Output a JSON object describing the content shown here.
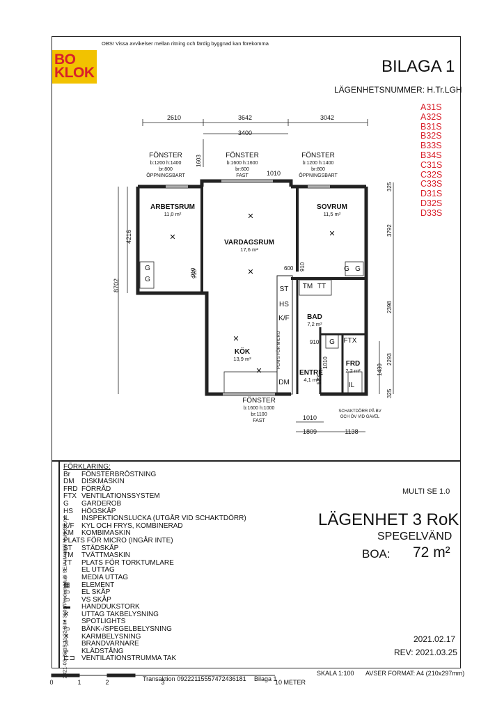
{
  "header": {
    "logo_line1": "BO",
    "logo_line2": "KLOK",
    "disclaimer": "OBS! Vissa avvikelser mellan ritning och färdig byggnad kan förekomma",
    "title": "BILAGA 1",
    "apartment_number_label": "LÄGENHETSNUMMER: H.Tr.LGH",
    "apartment_codes": [
      "A31S",
      "A32S",
      "B31S",
      "B32S",
      "B33S",
      "B34S",
      "C31S",
      "C32S",
      "C33S",
      "D31S",
      "D32S",
      "D33S"
    ]
  },
  "plan": {
    "dims_top": [
      "2610",
      "3642",
      "3042"
    ],
    "dim_3400": "3400",
    "dim_1010_top": "1010",
    "dim_1603": "1603",
    "dims_left": [
      "4216",
      "8702"
    ],
    "dims_right": [
      "325",
      "3792",
      "2398",
      "2293",
      "1430",
      "325"
    ],
    "dims_bottom": [
      "1010",
      "1809",
      "1138"
    ],
    "dims_inner": [
      "910",
      "600",
      "910",
      "910",
      "910",
      "1010",
      "583"
    ],
    "windows": [
      {
        "label": "FÖNSTER",
        "l1": "b:1200 h:1400",
        "l2": "br:800",
        "l3": "ÖPPNINGSBART"
      },
      {
        "label": "FÖNSTER",
        "l1": "b:1600 h:1600",
        "l2": "br:600",
        "l3": "FAST"
      },
      {
        "label": "FÖNSTER",
        "l1": "b:1200 h:1400",
        "l2": "br:800",
        "l3": "ÖPPNINGSBART"
      },
      {
        "label": "FÖNSTER",
        "l1": "b:1600 h:1000",
        "l2": "br:1100",
        "l3": "FAST"
      }
    ],
    "rooms": [
      {
        "name": "ARBETSRUM",
        "area": "11,0 m²"
      },
      {
        "name": "VARDAGSRUM",
        "area": "17,6 m²"
      },
      {
        "name": "SOVRUM",
        "area": "11,5 m²"
      },
      {
        "name": "BAD",
        "area": "7,2 m²"
      },
      {
        "name": "KÖK",
        "area": "13,9 m²"
      },
      {
        "name": "ENTRÉ",
        "area": "4,1 m²"
      },
      {
        "name": "FRD",
        "area": "2,2 m²"
      }
    ],
    "fixtures": [
      "G",
      "G",
      "G",
      "G",
      "ST",
      "HS",
      "K/F",
      "TM",
      "TT",
      "FTX",
      "G",
      "IL",
      "DM",
      "PLATS FÖR MICRO"
    ],
    "shaft_note_1": "SCHAKTDÖRR PÅ BV",
    "shaft_note_2": "OCH ÖV VID GAVEL"
  },
  "legend": {
    "title": "FÖRKLARING:",
    "items": [
      {
        "abbr": "Br",
        "text": "FÖNSTERBRÖSTNING"
      },
      {
        "abbr": "DM",
        "text": "DISKMASKIN"
      },
      {
        "abbr": "FRD",
        "text": "FÖRRÅD"
      },
      {
        "abbr": "FTX",
        "text": "VENTILATIONSSYSTEM"
      },
      {
        "abbr": "G",
        "text": "GARDEROB"
      },
      {
        "abbr": "HS",
        "text": "HÖGSKÅP"
      },
      {
        "abbr": "IL",
        "text": "INSPEKTIONSLUCKA (UTGÅR VID SCHAKTDÖRR)"
      },
      {
        "abbr": "K/F",
        "text": "KYL OCH FRYS, KOMBINERAD"
      },
      {
        "abbr": "KM",
        "text": "KOMBIMASKIN"
      },
      {
        "abbr": "",
        "text": "PLATS FÖR MICRO (INGÅR INTE)"
      },
      {
        "abbr": "ST",
        "text": "STÄDSKÅP"
      },
      {
        "abbr": "TM",
        "text": "TVÄTTMASKIN"
      },
      {
        "abbr": "TT",
        "text": "PLATS FÖR TORKTUMLARE"
      },
      {
        "abbr": "⌐",
        "text": "EL UTTAG"
      },
      {
        "abbr": "○",
        "text": "MEDIA UTTAG"
      },
      {
        "abbr": "▦",
        "text": "ELEMENT"
      },
      {
        "abbr": "▭",
        "text": "EL SKÅP"
      },
      {
        "abbr": "▭",
        "text": "VS SKÅP"
      },
      {
        "abbr": "▬",
        "text": "HANDDUKSTORK"
      },
      {
        "abbr": "✕",
        "text": "UTTAG TAKBELYSNING"
      },
      {
        "abbr": "•",
        "text": "SPOTLIGHTS"
      },
      {
        "abbr": "▭",
        "text": "BÄNK-/SPEGELBELYSNING"
      },
      {
        "abbr": "✕",
        "text": "KARMBELYSNING"
      },
      {
        "abbr": "ℛ",
        "text": "BRANDVARNARE"
      },
      {
        "abbr": "╤",
        "text": "KLÄDSTÅNG"
      },
      {
        "abbr": "⊏⊐",
        "text": "VENTILATIONSTRUMMA TAK"
      }
    ]
  },
  "sidebar_text": "2021-03-25 15:11:32     BIM 360://Product Multi SE/A-Modell Multi SE.rvt",
  "title_block": {
    "model": "MULTI SE 1.0",
    "apartment_type": "LÄGENHET 3 RoK",
    "variant": "SPEGELVÄND",
    "boa_label": "BOA:",
    "boa_value": "72 m²",
    "date": "2021.02.17",
    "revision": "REV: 2021.03.25"
  },
  "footer": {
    "scale_ticks": [
      "0",
      "1",
      "2",
      "3",
      "10 METER"
    ],
    "scale_label": "SKALA 1:100",
    "format": "AVSER FORMAT: A4 (210x297mm)",
    "transaction": "Transaktion 09222115557472436181",
    "bilaga": "Bilaga 1"
  }
}
